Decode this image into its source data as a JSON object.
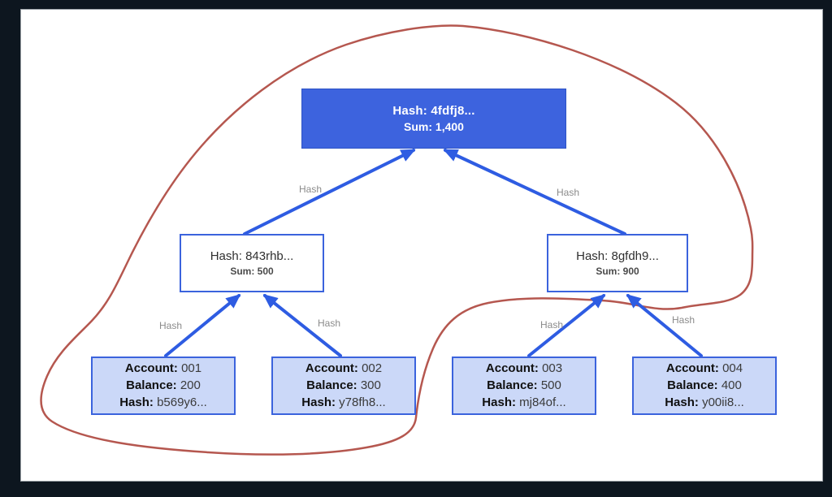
{
  "title": "Merkle sum tree diagram",
  "colors": {
    "frame_background": "#0d161f",
    "canvas_background": "#ffffff",
    "root_fill": "#3d63de",
    "node_border_blue": "#3b63dd",
    "leaf_fill": "#cbd8f8",
    "edge_blue": "#2e5ce2",
    "edge_label_gray": "#8b8b8b",
    "annotation_red": "#b5574f"
  },
  "tree": {
    "root": {
      "hash": "Hash: 4fdfj8...",
      "sum": "Sum: 1,400"
    },
    "internal": [
      {
        "hash": "Hash: 843rhb...",
        "sum": "Sum: 500"
      },
      {
        "hash": "Hash: 8gfdh9...",
        "sum": "Sum: 900"
      }
    ],
    "leaves": [
      {
        "rows": [
          {
            "label": "Account:",
            "value": "001"
          },
          {
            "label": "Balance:",
            "value": "200"
          },
          {
            "label": "Hash:",
            "value": "b569y6..."
          }
        ]
      },
      {
        "rows": [
          {
            "label": "Account:",
            "value": "002"
          },
          {
            "label": "Balance:",
            "value": "300"
          },
          {
            "label": "Hash:",
            "value": "y78fh8..."
          }
        ]
      },
      {
        "rows": [
          {
            "label": "Account:",
            "value": "003"
          },
          {
            "label": "Balance:",
            "value": "500"
          },
          {
            "label": "Hash:",
            "value": "mj84of..."
          }
        ]
      },
      {
        "rows": [
          {
            "label": "Account:",
            "value": "004"
          },
          {
            "label": "Balance:",
            "value": "400"
          },
          {
            "label": "Hash:",
            "value": "y00ii8..."
          }
        ]
      }
    ],
    "edge_labels": [
      "Hash",
      "Hash",
      "Hash",
      "Hash",
      "Hash",
      "Hash"
    ]
  },
  "annotation": {
    "type": "freehand-loop",
    "color": "#b5574f"
  }
}
